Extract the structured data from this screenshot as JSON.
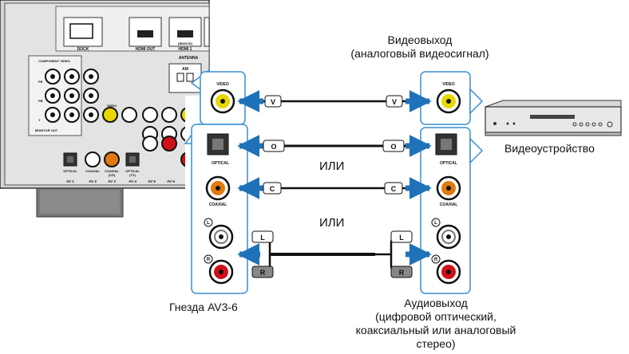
{
  "labels": {
    "video_out_line1": "Видеовыход",
    "video_out_line2": "(аналоговый видеосигнал)",
    "video_device": "Видеоустройство",
    "or_1": "ИЛИ",
    "or_2": "ИЛИ",
    "av_jacks": "Гнезда AV3-6",
    "audio_out_line1": "Аудиовыход",
    "audio_out_line2": "(цифровой оптический,",
    "audio_out_line3": "коаксиальный или аналоговый",
    "audio_out_line4": "стерео)"
  },
  "jack_labels": {
    "video": "VIDEO",
    "optical": "OPTICAL",
    "coaxial": "COAXIAL",
    "left": "L",
    "right": "R"
  },
  "cable_tags": {
    "video": "V",
    "optical": "O",
    "coaxial": "C",
    "left": "L",
    "right": "R"
  },
  "receiver_panel": {
    "dock": "DOCK",
    "hdmi_out": "HDMI OUT",
    "hdmi_1": "HDMI 1",
    "hdmi_1_sub": "(BD/DVD)",
    "antenna": "ANTENNA",
    "am": "AM",
    "component_video": "COMPONENT VIDEO",
    "pr": "PR",
    "pb": "PB",
    "y": "Y",
    "monitor_out": "MONITOR OUT",
    "video": "VIDEO",
    "optical": "OPTICAL",
    "coaxial": "COAXIAL",
    "coaxial_cd": "(CD)",
    "optical_tv": "(TV)",
    "av1": "AV 1",
    "av2": "AV 2",
    "av3": "AV 3",
    "av4": "AV 4",
    "av5": "AV 5",
    "av6": "AV 6"
  },
  "colors": {
    "arrow_blue": "#1f72b8",
    "panel_border": "#3a8fd0",
    "video_jack": "#e8d800",
    "coaxial_jack": "#e07a10",
    "right_jack": "#d01018",
    "receiver_body": "#c8c8c8"
  }
}
